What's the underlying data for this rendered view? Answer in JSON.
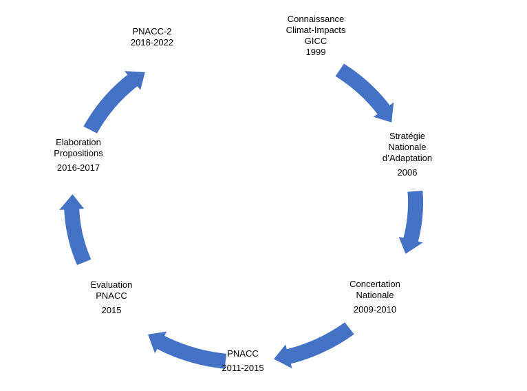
{
  "diagram": {
    "arrow_color": "#4472C4",
    "stages": [
      {
        "lines": [
          "Connaissance",
          "Climat-Impacts",
          "GICC"
        ],
        "date": "1999"
      },
      {
        "lines": [
          "Stratégie",
          "Nationale",
          "d’Adaptation"
        ],
        "date": "2006"
      },
      {
        "lines": [
          "Concertation",
          "Nationale"
        ],
        "date": "2009-2010"
      },
      {
        "lines": [
          "PNACC"
        ],
        "date": "2011-2015"
      },
      {
        "lines": [
          "Evaluation",
          "PNACC"
        ],
        "date": "2015"
      },
      {
        "lines": [
          "Elaboration",
          "Propositions"
        ],
        "date": "2016-2017"
      },
      {
        "lines": [
          "PNACC-2"
        ],
        "date": "2018-2022"
      }
    ]
  }
}
